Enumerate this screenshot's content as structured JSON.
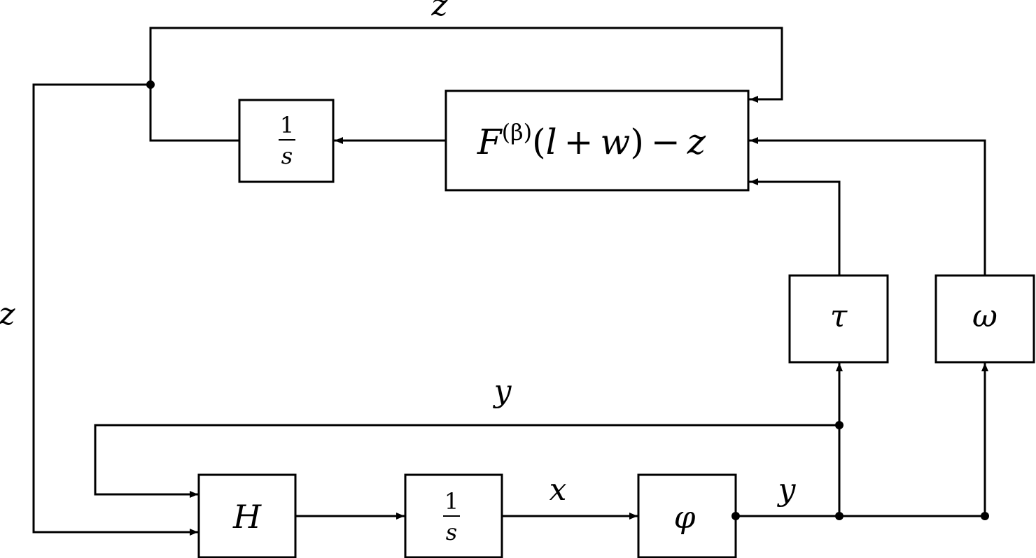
{
  "blocks": {
    "integrator_top": {
      "num": "1",
      "den": "s"
    },
    "F_block": {
      "F": "F",
      "sup": "(β)",
      "paren_open": "(",
      "l": "l",
      "plus": "+",
      "w": "w",
      "paren_close": ")",
      "minus": "−",
      "z": "z"
    },
    "tau_block": {
      "label": "τ"
    },
    "omega_block": {
      "label": "ω"
    },
    "H_block": {
      "label": "H"
    },
    "integrator_bottom": {
      "num": "1",
      "den": "s"
    },
    "phi_block": {
      "label": "φ"
    }
  },
  "signals": {
    "z_top": "z",
    "z_left": "z",
    "y_feedback": "y",
    "x_signal": "x",
    "y_output": "y"
  }
}
